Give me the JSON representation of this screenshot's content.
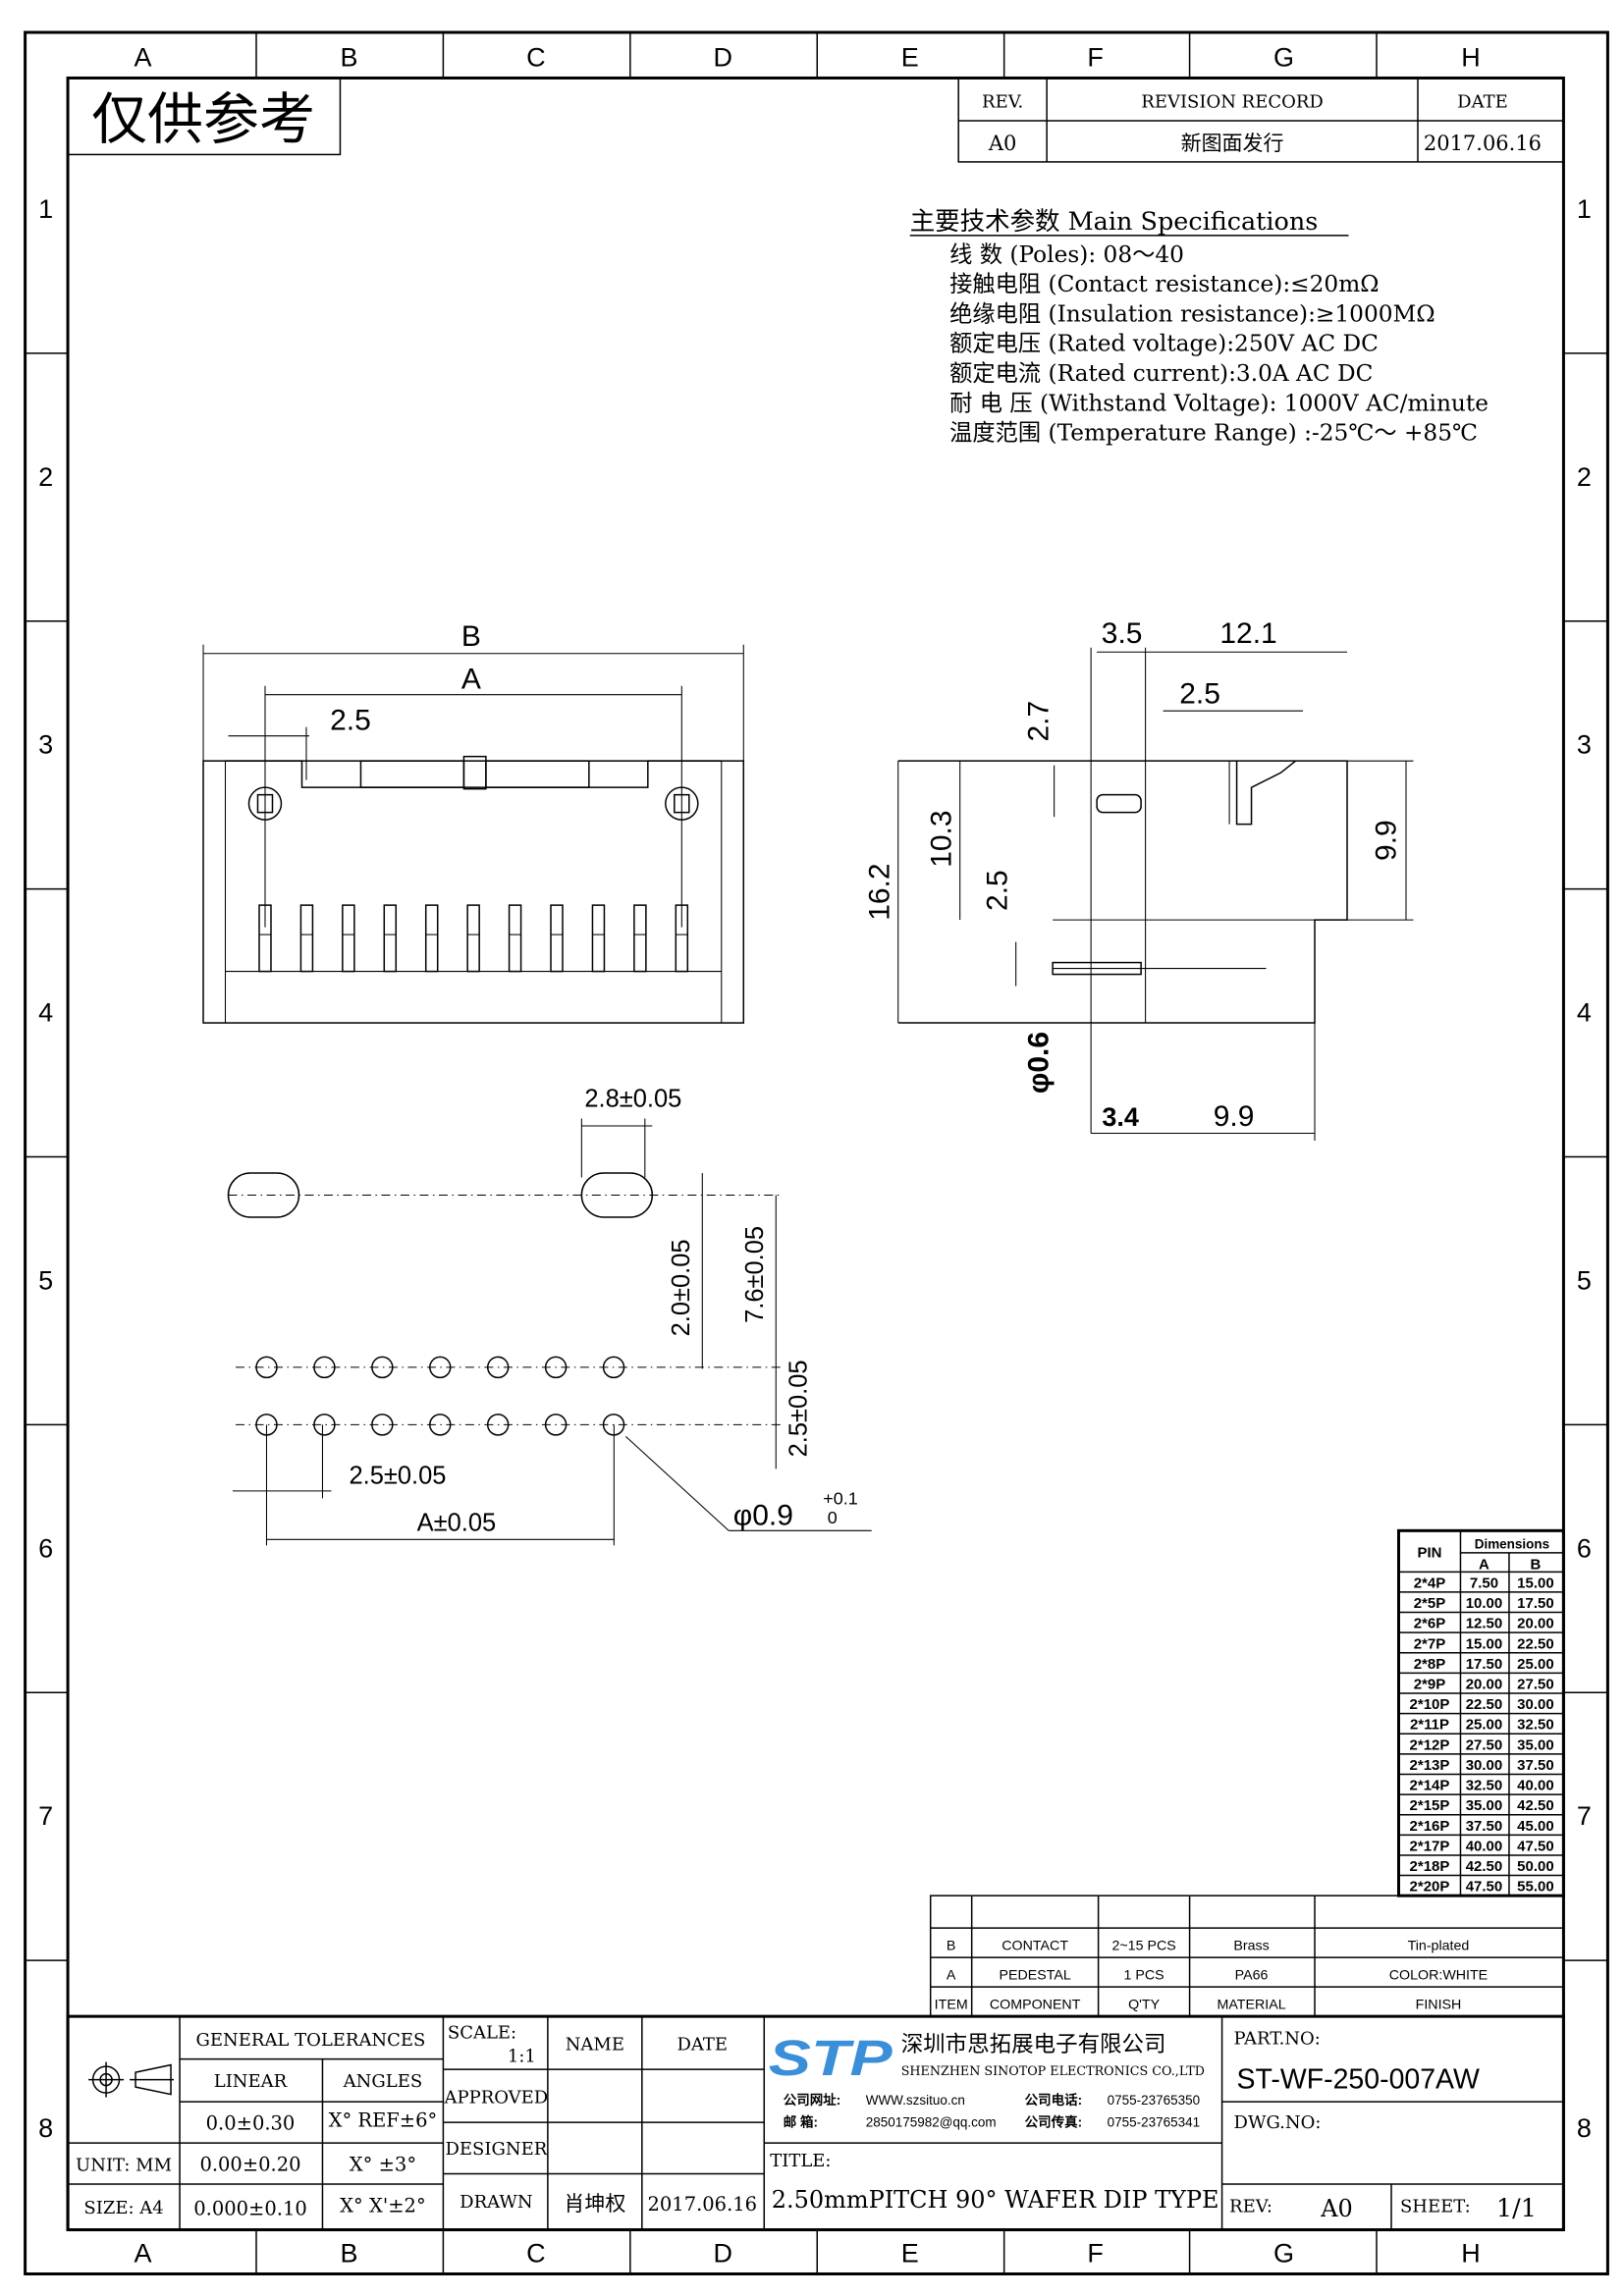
{
  "grid": {
    "columns": [
      "A",
      "B",
      "C",
      "D",
      "E",
      "F",
      "G",
      "H"
    ],
    "rows": [
      "1",
      "2",
      "3",
      "4",
      "5",
      "6",
      "7",
      "8"
    ]
  },
  "watermark": "仅供参考",
  "revision": {
    "headers": {
      "rev": "REV.",
      "record": "REVISION RECORD",
      "date": "DATE"
    },
    "rows": [
      {
        "rev": "A0",
        "record": "新图面发行",
        "date": "2017.06.16"
      }
    ]
  },
  "specs": {
    "title": "主要技术参数 Main Specifications",
    "items": [
      "线    数 (Poles): 08～40",
      "接触电阻 (Contact resistance):≤20mΩ",
      "绝缘电阻 (Insulation resistance):≥1000MΩ",
      "额定电压 (Rated voltage):250V AC DC",
      "额定电流 (Rated current):3.0A AC DC",
      "耐 电 压 (Withstand Voltage): 1000V AC/minute",
      "温度范围 (Temperature Range) :-25℃～ +85℃"
    ]
  },
  "front_view": {
    "dim_b": "B",
    "dim_a": "A",
    "dim_pitch": "2.5"
  },
  "side_view": {
    "dim_3_5": "3.5",
    "dim_12_1": "12.1",
    "dim_2_5_top": "2.5",
    "dim_2_7": "2.7",
    "dim_16_2": "16.2",
    "dim_10_3": "10.3",
    "dim_2_5_left": "2.5",
    "dim_9_9_right": "9.9",
    "dim_phi_0_6": "φ0.6",
    "dim_3_4": "3.4",
    "dim_9_9_bottom": "9.9"
  },
  "pcb_layout": {
    "dim_slot": "2.8±0.05",
    "dim_2_0": "2.0±0.05",
    "dim_7_6": "7.6±0.05",
    "dim_2_5_vert": "2.5±0.05",
    "dim_2_5_pitch": "2.5±0.05",
    "dim_a": "A±0.05",
    "dim_hole": "φ0.9",
    "dim_hole_tol_upper": "+0.1",
    "dim_hole_tol_lower": "0"
  },
  "pin_table": {
    "header_pin": "PIN",
    "header_dimensions": "Dimensions",
    "header_a": "A",
    "header_b": "B",
    "rows": [
      [
        "2*4P",
        "7.50",
        "15.00"
      ],
      [
        "2*5P",
        "10.00",
        "17.50"
      ],
      [
        "2*6P",
        "12.50",
        "20.00"
      ],
      [
        "2*7P",
        "15.00",
        "22.50"
      ],
      [
        "2*8P",
        "17.50",
        "25.00"
      ],
      [
        "2*9P",
        "20.00",
        "27.50"
      ],
      [
        "2*10P",
        "22.50",
        "30.00"
      ],
      [
        "2*11P",
        "25.00",
        "32.50"
      ],
      [
        "2*12P",
        "27.50",
        "35.00"
      ],
      [
        "2*13P",
        "30.00",
        "37.50"
      ],
      [
        "2*14P",
        "32.50",
        "40.00"
      ],
      [
        "2*15P",
        "35.00",
        "42.50"
      ],
      [
        "2*16P",
        "37.50",
        "45.00"
      ],
      [
        "2*17P",
        "40.00",
        "47.50"
      ],
      [
        "2*18P",
        "42.50",
        "50.00"
      ],
      [
        "2*20P",
        "47.50",
        "55.00"
      ]
    ]
  },
  "bom": {
    "rows": [
      [
        "B",
        "CONTACT",
        "2~15 PCS",
        "Brass",
        "Tin-plated"
      ],
      [
        "A",
        "PEDESTAL",
        "1 PCS",
        "PA66",
        "COLOR:WHITE"
      ],
      [
        "ITEM",
        "COMPONENT",
        "Q'TY",
        "MATERIAL",
        "FINISH"
      ]
    ]
  },
  "title_block": {
    "general_tolerances": "GENERAL TOLERANCES",
    "linear": "LINEAR",
    "angles": "ANGLES",
    "lin1": "0.0±0.30",
    "ang1": "X° REF±6°",
    "lin2": "0.00±0.20",
    "ang2": "X° ±3°",
    "lin3": "0.000±0.10",
    "ang3": "X° X'±2°",
    "unit": "UNIT: MM",
    "size": "SIZE: A4",
    "scale_label": "SCALE:",
    "scale_value": "1:1",
    "name": "NAME",
    "date": "DATE",
    "approved": "APPROVED",
    "designer": "DESIGNER",
    "drawn": "DRAWN",
    "drawn_name": "肖坤权",
    "drawn_date": "2017.06.16",
    "company_cn": "深圳市思拓展电子有限公司",
    "company_en": "SHENZHEN SINOTOP ELECTRONICS CO.,LTD",
    "logo_text": "STP",
    "website_label": "公司网址:",
    "website": "WWW.szsituo.cn",
    "email_label": "邮    箱:",
    "email": "2850175982@qq.com",
    "phone_label": "公司电话:",
    "phone": "0755-23765350",
    "fax_label": "公司传真:",
    "fax": "0755-23765341",
    "title_label": "TITLE:",
    "title": "2.50mmPITCH 90° WAFER DIP TYPE",
    "part_no_label": "PART.NO:",
    "part_no": "ST-WF-250-007AW",
    "dwg_no_label": "DWG.NO:",
    "rev_label": "REV:",
    "rev": "A0",
    "sheet_label": "SHEET:",
    "sheet": "1/1"
  },
  "colors": {
    "logo": "#3a8fd8",
    "line": "#000000"
  }
}
